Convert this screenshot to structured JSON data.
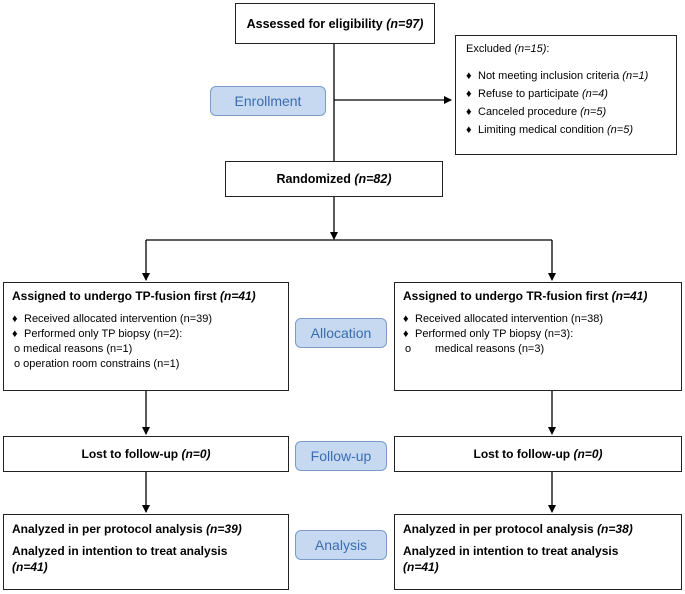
{
  "assessed": {
    "label": "Assessed for eligibility ",
    "n": "(n=97)"
  },
  "excluded": {
    "title": "Excluded ",
    "title_n": "(n=15)",
    "title_suffix": ":",
    "items": [
      {
        "label": "Not meeting inclusion criteria ",
        "n": "(n=1)"
      },
      {
        "label": "Refuse to participate ",
        "n": "(n=4)"
      },
      {
        "label": "Canceled procedure ",
        "n": "(n=5)"
      },
      {
        "label": "Limiting medical condition ",
        "n": "(n=5)"
      }
    ]
  },
  "stages": {
    "enrollment": "Enrollment",
    "allocation": "Allocation",
    "followup": "Follow-up",
    "analysis": "Analysis"
  },
  "randomized": {
    "label": "Randomized ",
    "n": "(n=82)"
  },
  "left_alloc": {
    "title": "Assigned to undergo TP-fusion first ",
    "title_n": "(n=41)",
    "received": "Received allocated intervention (n=39)",
    "performed": "Performed only TP biopsy (n=2):",
    "sub1": "o medical reasons (n=1)",
    "sub2": "o operation room constrains (n=1)"
  },
  "right_alloc": {
    "title": "Assigned to undergo TR-fusion first ",
    "title_n": "(n=41)",
    "received": "Received allocated intervention (n=38)",
    "performed": "Performed only TP biopsy (n=3):",
    "sub1_bullet": "o",
    "sub1": "medical reasons (n=3)"
  },
  "left_followup": {
    "label": "Lost to follow-up ",
    "n": "(n=0)"
  },
  "right_followup": {
    "label": "Lost to follow-up ",
    "n": "(n=0)"
  },
  "left_analysis": {
    "pp_label": "Analyzed in per protocol analysis ",
    "pp_n": "(n=39)",
    "itt_label": "Analyzed in intention to treat analysis",
    "itt_n": "(n=41)"
  },
  "right_analysis": {
    "pp_label": "Analyzed in per protocol analysis ",
    "pp_n": "(n=38)",
    "itt_label": "Analyzed in intention to treat analysis",
    "itt_n": "(n=41)"
  },
  "bullet_glyph": "♦",
  "colors": {
    "stage_fill": "#c6d9f1",
    "stage_border": "#7a9cc6",
    "stage_text": "#3a6cb0"
  }
}
